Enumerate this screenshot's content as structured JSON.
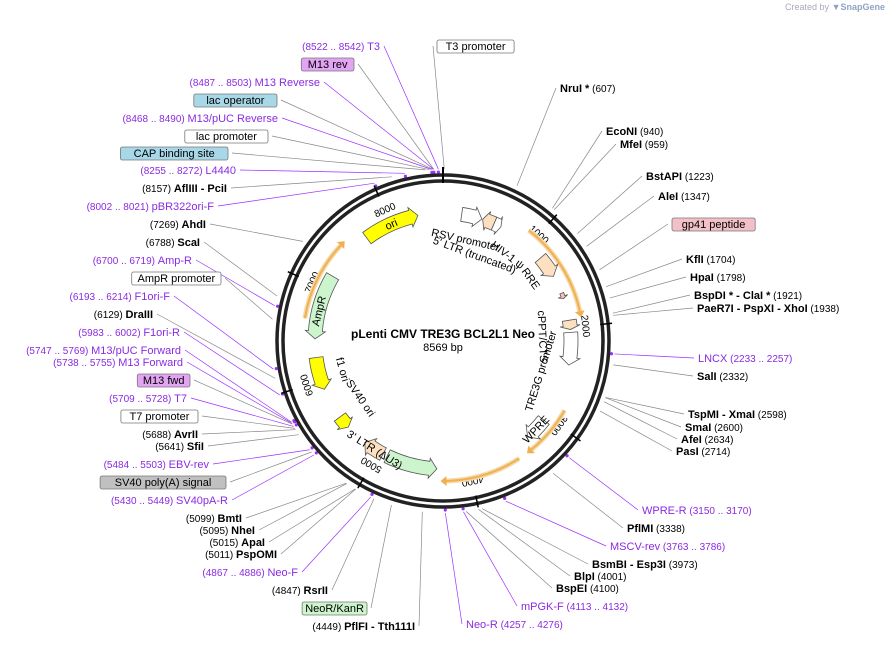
{
  "credit": {
    "prefix": "Created by",
    "brand": "SnapGene"
  },
  "plasmid": {
    "name": "pLenti CMV TRE3G BCL2L1 Neo",
    "size": "8569 bp",
    "length": 8569
  },
  "ticks": [
    "1000",
    "2000",
    "3000",
    "4000",
    "5000",
    "6000",
    "7000",
    "8000"
  ],
  "map_features": [
    {
      "label": "RRE",
      "color": "#fde0c0"
    },
    {
      "label": "HIV-1 ψ",
      "color": "#fff"
    },
    {
      "label": "RSV promoter",
      "color": "#fff"
    },
    {
      "label": "5' LTR (truncated)",
      "color": "#fde0c0"
    },
    {
      "label": "cPPT/CTS",
      "color": "#fde0c0"
    },
    {
      "label": "TRE3G promoter",
      "color": "#fff"
    },
    {
      "label": "WPRE",
      "color": "#fff"
    },
    {
      "label": "3' LTR (ΔU3)",
      "color": "#fde0c0"
    },
    {
      "label": "SV40 ori",
      "color": "#ffff00"
    },
    {
      "label": "f1 ori",
      "color": "#ffff00"
    },
    {
      "label": "AmpR",
      "color": "#cdf5cd"
    },
    {
      "label": "ori",
      "color": "#ffff00"
    },
    {
      "label": "NeoR/KanR",
      "color": "#cdf5cd"
    }
  ],
  "left_labels": [
    {
      "text": "T3",
      "pos": "(8522 .. 8542)",
      "kind": "primer"
    },
    {
      "text": "M13 rev",
      "kind": "box",
      "color": "#e4a4f4"
    },
    {
      "text": "M13 Reverse",
      "pos": "(8487 .. 8503)",
      "kind": "primer"
    },
    {
      "text": "lac operator",
      "kind": "box",
      "color": "#a8d8e8"
    },
    {
      "text": "M13/pUC Reverse",
      "pos": "(8468 .. 8490)",
      "kind": "primer"
    },
    {
      "text": "lac promoter",
      "kind": "box",
      "color": "#ffffff"
    },
    {
      "text": "CAP binding site",
      "kind": "box",
      "color": "#a8d8e8"
    },
    {
      "text": "L4440",
      "pos": "(8255 .. 8272)",
      "kind": "primer"
    },
    {
      "text": "AflIII  - PciI",
      "pos": "(8157)",
      "kind": "site"
    },
    {
      "text": "pBR322ori-F",
      "pos": "(8002 .. 8021)",
      "kind": "primer"
    },
    {
      "text": "AhdI",
      "pos": "(7269)",
      "kind": "site"
    },
    {
      "text": "ScaI",
      "pos": "(6788)",
      "kind": "site"
    },
    {
      "text": "Amp-R",
      "pos": "(6700 .. 6719)",
      "kind": "primer"
    },
    {
      "text": "AmpR promoter",
      "kind": "box",
      "color": "#ffffff"
    },
    {
      "text": "F1ori-F",
      "pos": "(6193 .. 6214)",
      "kind": "primer"
    },
    {
      "text": "DraIII",
      "pos": "(6129)",
      "kind": "site"
    },
    {
      "text": "F1ori-R",
      "pos": "(5983 .. 6002)",
      "kind": "primer"
    },
    {
      "text": "M13/pUC Forward",
      "pos": "(5747 .. 5769)",
      "kind": "primer"
    },
    {
      "text": "M13 Forward",
      "pos": "(5738 .. 5755)",
      "kind": "primer"
    },
    {
      "text": "M13 fwd",
      "kind": "box",
      "color": "#e4a4f4"
    },
    {
      "text": "T7",
      "pos": "(5709 .. 5728)",
      "kind": "primer"
    },
    {
      "text": "T7 promoter",
      "kind": "box",
      "color": "#ffffff"
    },
    {
      "text": "AvrII",
      "pos": "(5688)",
      "kind": "site"
    },
    {
      "text": "SfiI",
      "pos": "(5641)",
      "kind": "site"
    },
    {
      "text": "EBV-rev",
      "pos": "(5484 .. 5503)",
      "kind": "primer"
    },
    {
      "text": "SV40 poly(A) signal",
      "kind": "box",
      "color": "#c0c0c0"
    },
    {
      "text": "SV40pA-R",
      "pos": "(5430 .. 5449)",
      "kind": "primer"
    }
  ],
  "bottom_labels": [
    {
      "text": "BmtI",
      "pos": "(5099)",
      "kind": "site"
    },
    {
      "text": "NheI",
      "pos": "(5095)",
      "kind": "site"
    },
    {
      "text": "ApaI",
      "pos": "(5015)",
      "kind": "site"
    },
    {
      "text": "PspOMI",
      "pos": "(5011)",
      "kind": "site"
    },
    {
      "text": "Neo-F",
      "pos": "(4867 .. 4886)",
      "kind": "primer"
    },
    {
      "text": "RsrII",
      "pos": "(4847)",
      "kind": "site"
    },
    {
      "text": "NeoR/KanR",
      "kind": "box",
      "color": "#cdf5cd"
    },
    {
      "text": "PflFI  - Tth111I",
      "pos": "(4449)",
      "kind": "site"
    }
  ],
  "right_labels": [
    {
      "text": "T3 promoter",
      "kind": "box",
      "color": "#ffffff"
    },
    {
      "text": "NruI *",
      "pos": "(607)",
      "kind": "site"
    },
    {
      "text": "EcoNI",
      "pos": "(940)",
      "kind": "site"
    },
    {
      "text": "MfeI",
      "pos": "(959)",
      "kind": "site"
    },
    {
      "text": "BstAPI",
      "pos": "(1223)",
      "kind": "site"
    },
    {
      "text": "AleI",
      "pos": "(1347)",
      "kind": "site"
    },
    {
      "text": "gp41 peptide",
      "kind": "box",
      "color": "#f4c0c8"
    },
    {
      "text": "KflI",
      "pos": "(1704)",
      "kind": "site"
    },
    {
      "text": "HpaI",
      "pos": "(1798)",
      "kind": "site"
    },
    {
      "text": "BspDI *  - ClaI *",
      "pos": "(1921)",
      "kind": "site"
    },
    {
      "text": "PaeR7I  - PspXI  - XhoI",
      "pos": "(1938)",
      "kind": "site"
    },
    {
      "text": "LNCX",
      "pos": "(2233 .. 2257)",
      "kind": "primer"
    },
    {
      "text": "SalI",
      "pos": "(2332)",
      "kind": "site"
    },
    {
      "text": "TspMI  - XmaI",
      "pos": "(2598)",
      "kind": "site"
    },
    {
      "text": "SmaI",
      "pos": "(2600)",
      "kind": "site"
    },
    {
      "text": "AfeI",
      "pos": "(2634)",
      "kind": "site"
    },
    {
      "text": "PasI",
      "pos": "(2714)",
      "kind": "site"
    },
    {
      "text": "WPRE-R",
      "pos": "(3150 .. 3170)",
      "kind": "primer"
    },
    {
      "text": "PflMI",
      "pos": "(3338)",
      "kind": "site"
    },
    {
      "text": "MSCV-rev",
      "pos": "(3763 .. 3786)",
      "kind": "primer"
    },
    {
      "text": "BsmBI  - Esp3I",
      "pos": "(3973)",
      "kind": "site"
    },
    {
      "text": "BlpI",
      "pos": "(4001)",
      "kind": "site"
    },
    {
      "text": "BspEI",
      "pos": "(4100)",
      "kind": "site"
    },
    {
      "text": "mPGK-F",
      "pos": "(4113 .. 4132)",
      "kind": "primer"
    },
    {
      "text": "Neo-R",
      "pos": "(4257 .. 4276)",
      "kind": "primer"
    }
  ]
}
